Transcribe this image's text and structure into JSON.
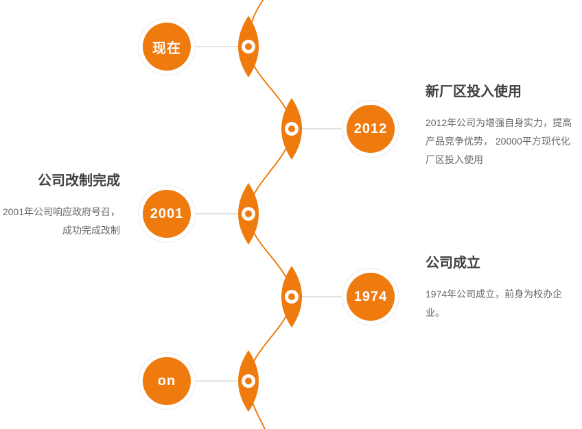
{
  "colors": {
    "accent": "#EF7B0E",
    "connector": "#E3E3E3",
    "title": "#404040",
    "body": "#666666"
  },
  "milestones": [
    {
      "label": "现在",
      "side": "left",
      "title": "",
      "body": ""
    },
    {
      "label": "2012",
      "side": "right",
      "title": "新厂区投入使用",
      "body": "2012年公司为增强自身实力，提高产品竞争优势， 20000平方现代化厂区投入使用"
    },
    {
      "label": "2001",
      "side": "left",
      "title": "公司改制完成",
      "body": "2001年公司响应政府号召，成功完成改制"
    },
    {
      "label": "1974",
      "side": "right",
      "title": "公司成立",
      "body": "1974年公司成立，前身为校办企业。"
    },
    {
      "label": "on",
      "side": "left",
      "title": "",
      "body": ""
    }
  ]
}
